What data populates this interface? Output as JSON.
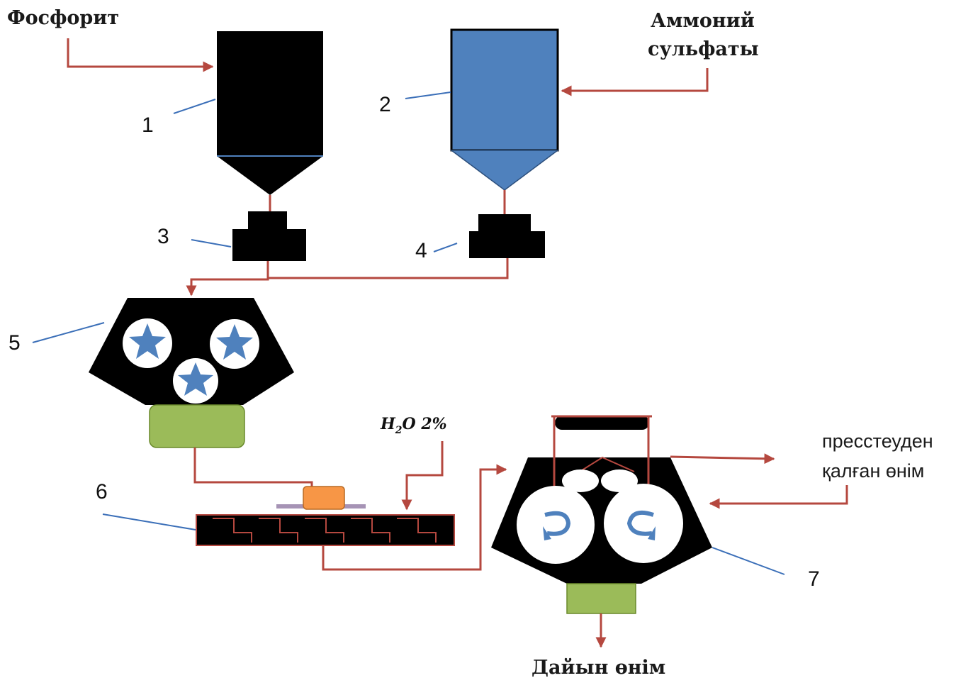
{
  "labels": {
    "phosphorite": "Фосфорит",
    "ammonium_line1": "Аммоний",
    "ammonium_line2": "сульфаты",
    "water": "H",
    "water_sub": "2",
    "water_tail": "O 2%",
    "return_line1": "пресстеуден",
    "return_line2": "қалған өнім",
    "product": "Дайын өнім"
  },
  "numbers": [
    "1",
    "2",
    "3",
    "4",
    "5",
    "6",
    "7"
  ],
  "colors": {
    "equipment": "#000000",
    "ammonium_hopper": "#4f81bd",
    "flow_line": "#b5483f",
    "leader_line": "#3b6fb8",
    "discharge_box": "#9bbb59",
    "feed_box": "#f79646",
    "star": "#4f81bd"
  },
  "icons": [
    "star-icon",
    "rotation-arrow-icon"
  ]
}
